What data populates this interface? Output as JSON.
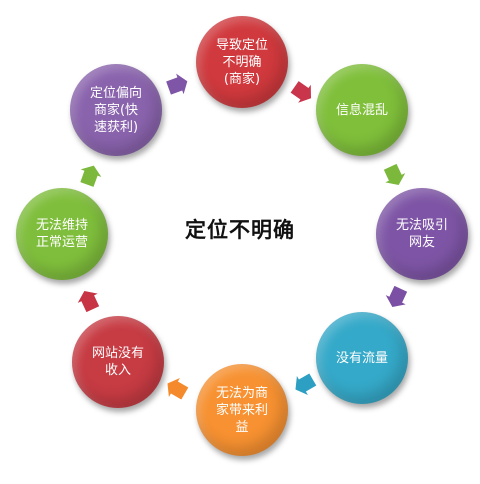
{
  "center_title": "定位不明确",
  "nodes": [
    {
      "label": "导致定位\n不明确\n(商家)",
      "color": "#d0393d"
    },
    {
      "label": "信息混乱",
      "color": "#7fbf3a"
    },
    {
      "label": "无法吸引\n网友",
      "color": "#7e55a6"
    },
    {
      "label": "没有流量",
      "color": "#35a9c9"
    },
    {
      "label": "无法为商\n家带来利\n益",
      "color": "#f79131"
    },
    {
      "label": "网站没有\n收入",
      "color": "#c73b43"
    },
    {
      "label": "无法维持\n正常运营",
      "color": "#7fbe3c"
    },
    {
      "label": "定位偏向\n商家(快\n速获利)",
      "color": "#8a63ad"
    }
  ],
  "arrows": [
    {
      "color": "#c9354a"
    },
    {
      "color": "#7bb83c"
    },
    {
      "color": "#7b4fa3"
    },
    {
      "color": "#2d9fc2"
    },
    {
      "color": "#f58a2c"
    },
    {
      "color": "#c73545"
    },
    {
      "color": "#7bb83c"
    },
    {
      "color": "#7f55a8"
    }
  ]
}
